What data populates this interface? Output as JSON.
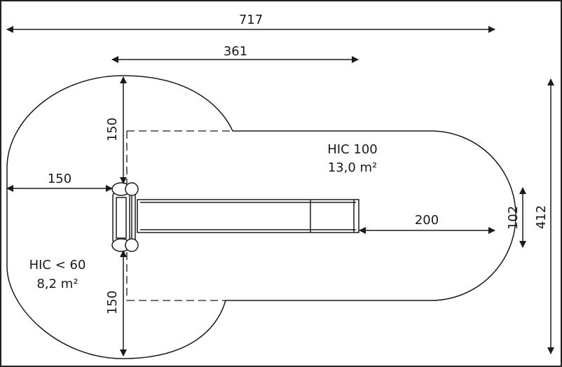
{
  "dimensions": {
    "overall_length": "717",
    "structure_length": "361",
    "overall_width": "412",
    "structure_width": "102",
    "left_clearance": "150",
    "top_clearance": "150",
    "bottom_clearance": "150",
    "right_clearance": "200"
  },
  "zones": {
    "hic_high": {
      "label": "HIC 100",
      "area": "13,0 m²"
    },
    "hic_low": {
      "label": "HIC < 60",
      "area": "8,2 m²"
    }
  },
  "colors": {
    "line": "#1a1a1a",
    "border": "#222222",
    "background": "#ffffff"
  }
}
